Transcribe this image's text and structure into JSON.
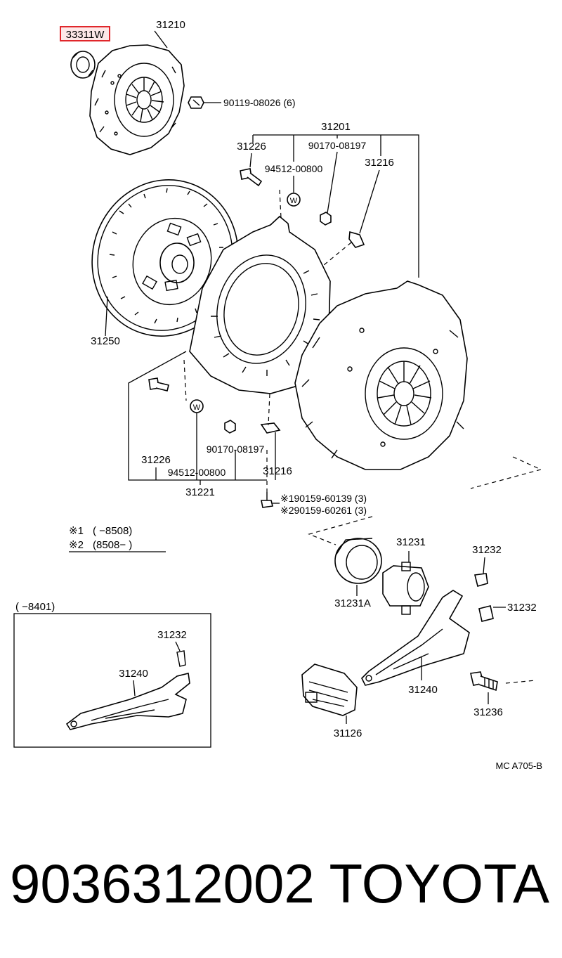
{
  "parts": {
    "release_bearing_highlight": "33311W",
    "cover_assy_top": "31210",
    "bolt_top": "90119-08026 (6)",
    "cover_kit": "31201",
    "bolt_kit_upper": "31226",
    "nut_kit_upper": "90170-08197",
    "washer_kit_upper": "94512-00800",
    "clip_kit_upper": "31216",
    "clutch_disc": "31250",
    "bolt_kit_lower": "31226",
    "nut_kit_lower": "90170-08197",
    "washer_kit_lower": "94512-00800",
    "clip_kit_lower": "31216",
    "kit_lower": "31221",
    "bolt_note_1": "※190159-60139 (3)",
    "bolt_note_2": "※290159-60261 (3)",
    "bearing_sleeve": "31231A",
    "hub": "31231",
    "clip_a": "31232",
    "clip_b": "31232",
    "fork": "31240",
    "boot": "31126",
    "pivot_stud": "31236",
    "inset_clip": "31232",
    "inset_fork": "31240"
  },
  "notes": {
    "note1_mark": "※1",
    "note1_range": "(      −8508)",
    "note2_mark": "※2",
    "note2_range": "(8508−         )",
    "inset_range": "(      −8401)"
  },
  "diagram_ref": "MC  A705-B",
  "footer": {
    "part_number": "9036312002",
    "brand": "TOYOTA"
  },
  "colors": {
    "highlight": "#e0262b",
    "highlight_fill": "#fde8e8"
  }
}
